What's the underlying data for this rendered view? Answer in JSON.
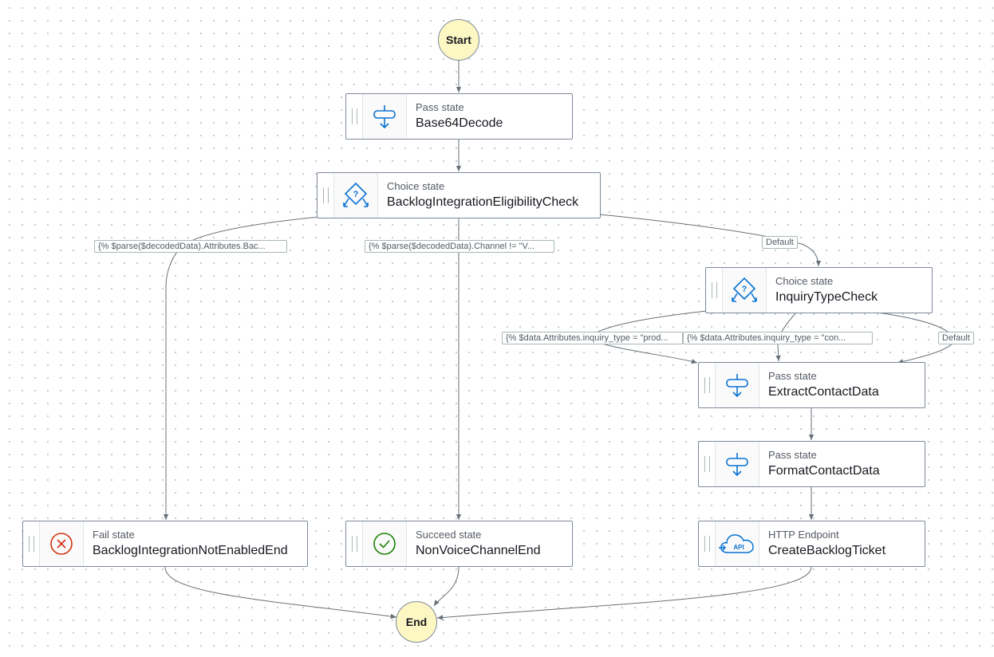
{
  "start_label": "Start",
  "end_label": "End",
  "states": [
    {
      "id": "base64decode",
      "type": "Pass state",
      "name": "Base64Decode",
      "icon": "pass-icon"
    },
    {
      "id": "eligibility",
      "type": "Choice state",
      "name": "BacklogIntegrationEligibilityCheck",
      "icon": "choice-icon"
    },
    {
      "id": "inquiry",
      "type": "Choice state",
      "name": "InquiryTypeCheck",
      "icon": "choice-icon"
    },
    {
      "id": "extract",
      "type": "Pass state",
      "name": "ExtractContactData",
      "icon": "pass-icon"
    },
    {
      "id": "format",
      "type": "Pass state",
      "name": "FormatContactData",
      "icon": "pass-icon"
    },
    {
      "id": "failend",
      "type": "Fail state",
      "name": "BacklogIntegrationNotEnabledEnd",
      "icon": "fail-icon"
    },
    {
      "id": "succeedend",
      "type": "Succeed state",
      "name": "NonVoiceChannelEnd",
      "icon": "succeed-icon"
    },
    {
      "id": "createticket",
      "type": "HTTP Endpoint",
      "name": "CreateBacklogTicket",
      "icon": "api-cloud-icon"
    }
  ],
  "edge_labels": {
    "eligibility_backlog": "{% $parse($decodedData).Attributes.Bac...",
    "eligibility_channel": "{% $parse($decodedData).Channel != \"V...",
    "eligibility_default": "Default",
    "inquiry_prod": "{% $data.Attributes.inquiry_type = \"prod...",
    "inquiry_con": "{% $data.Attributes.inquiry_type = \"con...",
    "inquiry_default": "Default"
  },
  "colors": {
    "terminal_fill": "#fdf7c3",
    "node_border": "#7d8998",
    "edge": "#687078",
    "icon_blue": "#0972d3",
    "fail_red": "#d13212",
    "succeed_green": "#1d8102"
  }
}
